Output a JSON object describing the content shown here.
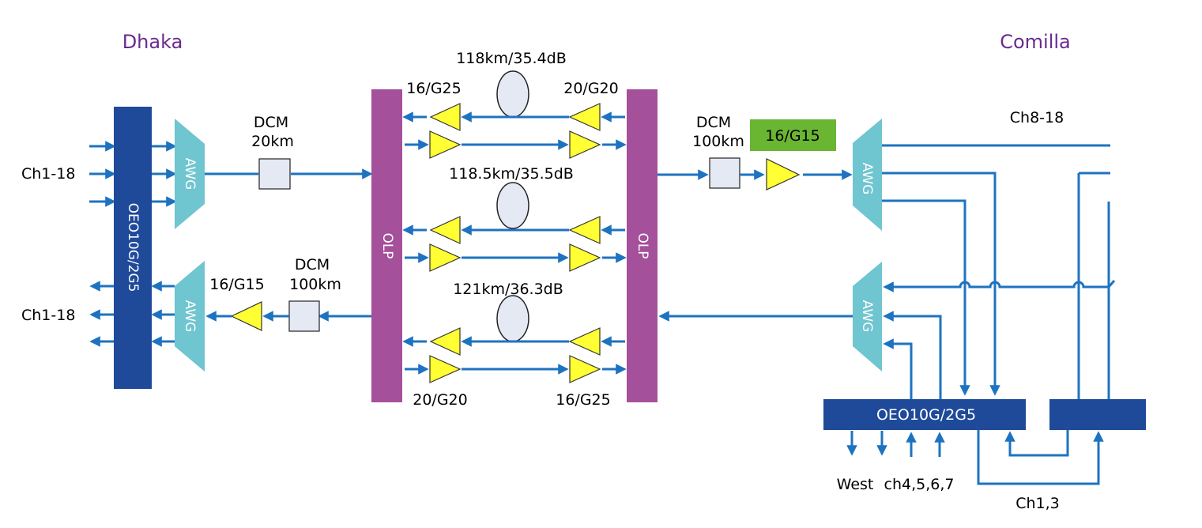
{
  "colors": {
    "line": "#1e73c0",
    "oeo": "#1f4a9a",
    "olp": "#a5509b",
    "awg": "#6fc5d0",
    "amplifier": "#ffff33",
    "dcm": "#e4e9f4",
    "highlight": "#6ab532",
    "city": "#6a2a8f"
  },
  "sites": {
    "left": "Dhaka",
    "right": "Comilla"
  },
  "left": {
    "oeo": "OEO10G/2G5",
    "awg_top": "AWG",
    "awg_bottom": "AWG",
    "ch_in": "Ch1-18",
    "ch_out": "Ch1-18",
    "dcm_top_line1": "DCM",
    "dcm_top_line2": "20km",
    "dcm_bottom_line1": "DCM",
    "dcm_bottom_line2": "100km",
    "amp_bottom": "16/G15"
  },
  "center": {
    "olp_left": "OLP",
    "olp_right": "OLP",
    "fiber1": "118km/35.4dB",
    "fiber2": "118.5km/35.5dB",
    "fiber3": "121km/36.3dB",
    "amp_top_left": "16/G25",
    "amp_top_right": "20/G20",
    "amp_bottom_left": "20/G20",
    "amp_bottom_right": "16/G25"
  },
  "right": {
    "dcm_line1": "DCM",
    "dcm_line2": "100km",
    "amp_highlight": "16/G15",
    "awg_top": "AWG",
    "awg_bottom": "AWG",
    "ch_top": "Ch8-18",
    "oeo": "OEO10G/2G5",
    "west": "West",
    "ch_mid": "ch4,5,6,7",
    "ch_bottom": "Ch1,3"
  }
}
